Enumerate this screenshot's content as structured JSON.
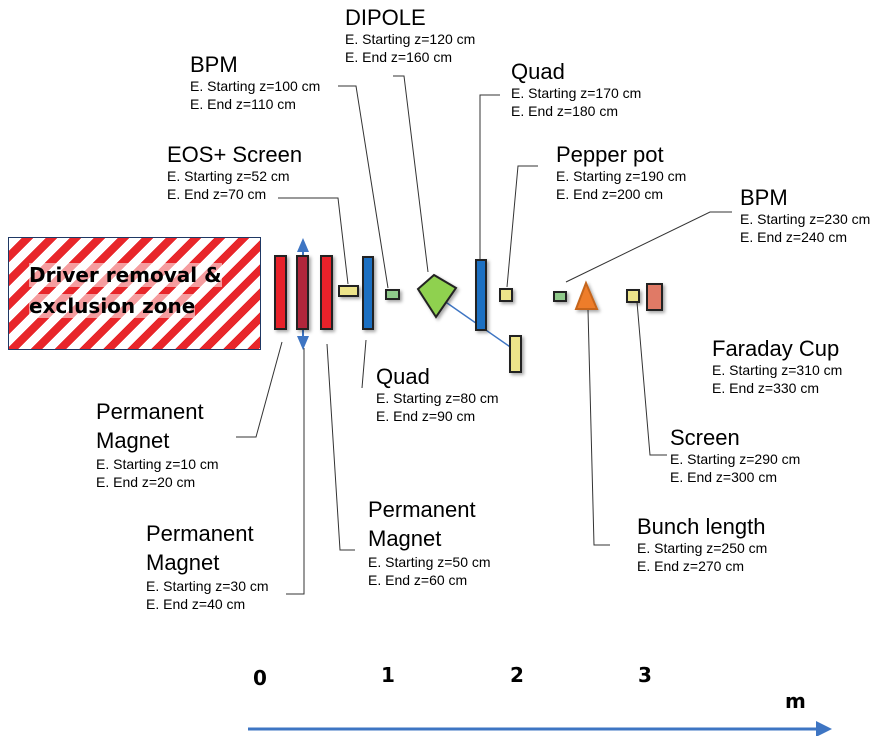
{
  "zone": {
    "line1": "Driver removal &",
    "line2": "exclusion zone"
  },
  "labels": {
    "dipole": {
      "title": "DIPOLE",
      "start": "E. Starting z=120 cm",
      "end": "E. End z=160 cm"
    },
    "bpm1": {
      "title": "BPM",
      "start": "E. Starting z=100 cm",
      "end": "E. End z=110 cm"
    },
    "quad2": {
      "title": "Quad",
      "start": "E. Starting z=170 cm",
      "end": "E. End z=180 cm"
    },
    "eos": {
      "title": "EOS+ Screen",
      "start": "E. Starting z=52 cm",
      "end": "E. End z=70 cm"
    },
    "pepper": {
      "title": "Pepper pot",
      "start": "E. Starting z=190 cm",
      "end": "E. End z=200 cm"
    },
    "bpm2": {
      "title": "BPM",
      "start": "E. Starting z=230 cm",
      "end": "E. End z=240 cm"
    },
    "quad1": {
      "title": "Quad",
      "start": "E. Starting z=80 cm",
      "end": "E. End z=90 cm"
    },
    "faraday": {
      "title": "Faraday Cup",
      "start": "E. Starting z=310 cm",
      "end": "E. End z=330 cm"
    },
    "pm1": {
      "title1": "Permanent",
      "title2": "Magnet",
      "start": "E. Starting z=10 cm",
      "end": "E. End z=20 cm"
    },
    "screen": {
      "title": "Screen",
      "start": "E. Starting z=290 cm",
      "end": "E. End z=300 cm"
    },
    "pm3": {
      "title1": "Permanent",
      "title2": "Magnet",
      "start": "E. Starting z=50 cm",
      "end": "E. End z=60 cm"
    },
    "bunch": {
      "title": "Bunch length",
      "start": "E. Starting z=250 cm",
      "end": "E. End z=270 cm"
    },
    "pm2": {
      "title1": "Permanent",
      "title2": "Magnet",
      "start": "E. Starting z=30 cm",
      "end": "E. End z=40 cm"
    }
  },
  "axis": {
    "ticks": [
      "0",
      "1",
      "2",
      "3"
    ],
    "unit": "m"
  },
  "colors": {
    "magnet": "#e8232a",
    "quad": "#1f6fc2",
    "screen": "#ede48a",
    "bpm": "#8fc98a",
    "dipole": "#8fd14f",
    "bunch": "#ee7d2a",
    "faraday": "#e07a66",
    "axis": "#3e75c3"
  }
}
